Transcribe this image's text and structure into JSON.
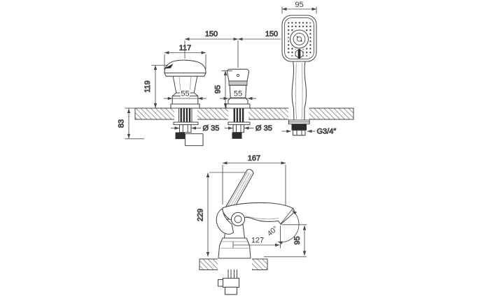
{
  "top_view": {
    "dims": {
      "shower_head_width": "95",
      "spacing_spout_to_valve": "150",
      "spacing_valve_to_shower": "150",
      "spout_width": "117",
      "spout_height": "119",
      "valve_height": "95",
      "spout_base_width": "55",
      "valve_base_width": "55",
      "under_deck_depth": "83",
      "spout_hole_diameter": "Ø 35",
      "valve_hole_diameter": "Ø 35",
      "shower_hose_thread": "G3/4″"
    }
  },
  "side_view": {
    "dims": {
      "overall_width": "167",
      "overall_height": "229",
      "spout_reach": "127",
      "spray_angle": "40°",
      "spout_outlet_height": "95"
    }
  }
}
